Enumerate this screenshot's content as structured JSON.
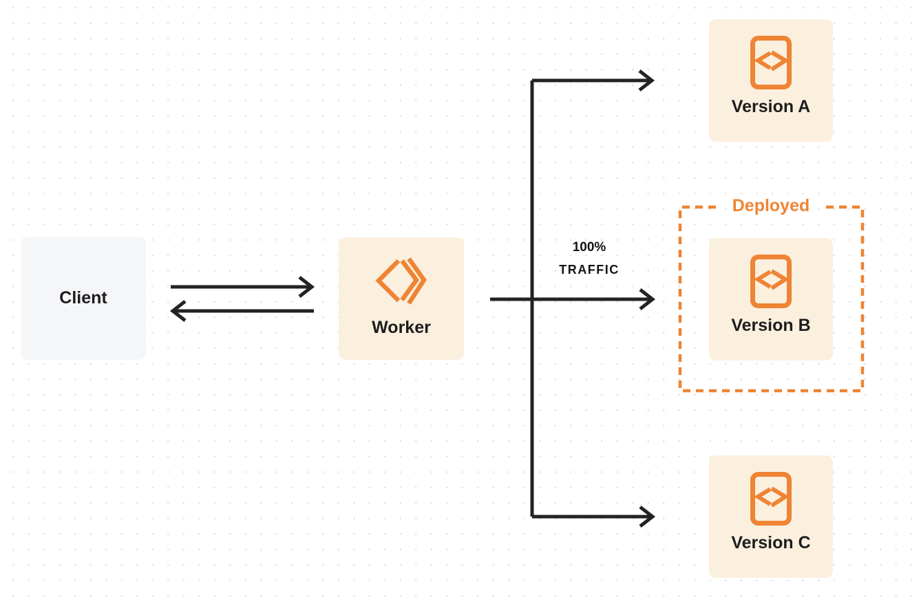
{
  "diagram": {
    "client": {
      "label": "Client"
    },
    "worker": {
      "label": "Worker"
    },
    "versions": [
      {
        "label": "Version A"
      },
      {
        "label": "Version B"
      },
      {
        "label": "Version C"
      }
    ],
    "deployed_label": "Deployed",
    "traffic_label": {
      "line1": "100%",
      "line2": "TRAFFIC"
    },
    "icons": {
      "worker": "cloudflare-workers-chevrons-icon",
      "version": "code-file-icon"
    },
    "colors": {
      "accent_orange": "#EE8434",
      "node_cream": "#FBEFDE",
      "client_gray": "#F5F6F7",
      "arrow_dark": "#232323",
      "label_text": "#1D1D1F",
      "dot_grid": "#E3E3E4",
      "background": "#FFFFFF"
    }
  }
}
